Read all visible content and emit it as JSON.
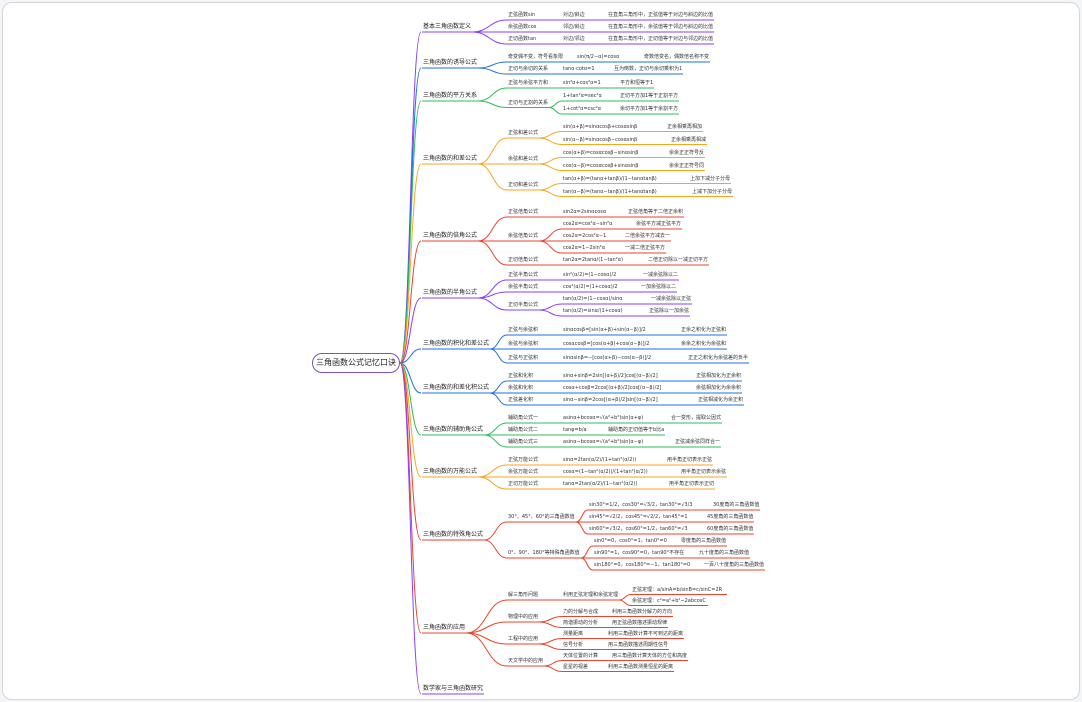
{
  "root": {
    "label": "三角函数公式记忆口诀"
  },
  "colors": {
    "purple": "#8a3ffc",
    "blue": "#1f6fe0",
    "green": "#2ebd59",
    "orange": "#f5a623",
    "red": "#e8452c",
    "teal": "#1fb9a8",
    "root_border": "#7b4fd6"
  },
  "branches": [
    {
      "label": "基本三角函数定义",
      "children": [
        {
          "label": "正弦函数sin",
          "children": [
            {
              "label": "对边/斜边",
              "children": [
                {
                  "label": "在直角三角形中，正弦值等于对边与斜边的比值"
                }
              ]
            }
          ]
        },
        {
          "label": "余弦函数cos",
          "children": [
            {
              "label": "邻边/斜边",
              "children": [
                {
                  "label": "在直角三角形中，余弦值等于邻边与斜边的比值"
                }
              ]
            }
          ]
        },
        {
          "label": "正切函数tan",
          "children": [
            {
              "label": "对边/邻边",
              "children": [
                {
                  "label": "在直角三角形中，正切值等于对边与邻边的比值"
                }
              ]
            }
          ]
        }
      ]
    },
    {
      "label": "三角函数的诱导公式",
      "children": [
        {
          "label": "奇变偶不变，符号看象限",
          "children": [
            {
              "label": "sin(π/2−α)=cosα",
              "children": [
                {
                  "label": "奇数倍变名，偶数倍名称不变"
                }
              ]
            }
          ]
        },
        {
          "label": "正切与余切的关系",
          "children": [
            {
              "label": "tanα·cotα=1",
              "children": [
                {
                  "label": "互为倒数，正切与余切乘积为1"
                }
              ]
            }
          ]
        }
      ]
    },
    {
      "label": "三角函数的平方关系",
      "children": [
        {
          "label": "正弦与余弦平方和",
          "children": [
            {
              "label": "sin²α+cos²α=1",
              "children": [
                {
                  "label": "平方和恒等于1"
                }
              ]
            }
          ]
        },
        {
          "label": "正切与正割的关系",
          "children": [
            {
              "label": "1+tan²α=sec²α",
              "children": [
                {
                  "label": "正切平方加1等于正割平方"
                }
              ]
            },
            {
              "label": "1+cot²α=csc²α",
              "children": [
                {
                  "label": "余切平方加1等于余割平方"
                }
              ]
            }
          ]
        }
      ]
    },
    {
      "label": "三角函数的和差公式",
      "children": [
        {
          "label": "正弦和差公式",
          "children": [
            {
              "label": "sin(α+β)=sinαcosβ+cosαsinβ",
              "children": [
                {
                  "label": "正余相乘再相加"
                }
              ]
            },
            {
              "label": "sin(α−β)=sinαcosβ−cosαsinβ",
              "children": [
                {
                  "label": "正余相乘再相减"
                }
              ]
            }
          ]
        },
        {
          "label": "余弦和差公式",
          "children": [
            {
              "label": "cos(α+β)=cosαcosβ−sinαsinβ",
              "children": [
                {
                  "label": "余余正正符号反"
                }
              ]
            },
            {
              "label": "cos(α−β)=cosαcosβ+sinαsinβ",
              "children": [
                {
                  "label": "余余正正符号同"
                }
              ]
            }
          ]
        },
        {
          "label": "正切和差公式",
          "children": [
            {
              "label": "tan(α+β)=(tanα+tanβ)/(1−tanαtanβ)",
              "children": [
                {
                  "label": "上加下减分子分母"
                }
              ]
            },
            {
              "label": "tan(α−β)=(tanα−tanβ)/(1+tanαtanβ)",
              "children": [
                {
                  "label": "上减下加分子分母"
                }
              ]
            }
          ]
        }
      ]
    },
    {
      "label": "三角函数的倍角公式",
      "children": [
        {
          "label": "正弦倍角公式",
          "children": [
            {
              "label": "sin2α=2sinαcosα",
              "children": [
                {
                  "label": "正弦倍角等于二倍正余积"
                }
              ]
            }
          ]
        },
        {
          "label": "余弦倍角公式",
          "children": [
            {
              "label": "cos2α=cos²α−sin²α",
              "children": [
                {
                  "label": "余弦平方减正弦平方"
                }
              ]
            },
            {
              "label": "cos2α=2cos²α−1",
              "children": [
                {
                  "label": "二倍余弦平方减去一"
                }
              ]
            },
            {
              "label": "cos2α=1−2sin²α",
              "children": [
                {
                  "label": "一减二倍正弦平方"
                }
              ]
            }
          ]
        },
        {
          "label": "正切倍角公式",
          "children": [
            {
              "label": "tan2α=2tanα/(1−tan²α)",
              "children": [
                {
                  "label": "二倍正切除以一减正切平方"
                }
              ]
            }
          ]
        }
      ]
    },
    {
      "label": "三角函数的半角公式",
      "children": [
        {
          "label": "正弦半角公式",
          "children": [
            {
              "label": "sin²(α/2)=(1−cosα)/2",
              "children": [
                {
                  "label": "一减余弦除以二"
                }
              ]
            }
          ]
        },
        {
          "label": "余弦半角公式",
          "children": [
            {
              "label": "cos²(α/2)=(1+cosα)/2",
              "children": [
                {
                  "label": "一加余弦除以二"
                }
              ]
            }
          ]
        },
        {
          "label": "正切半角公式",
          "children": [
            {
              "label": "tan(α/2)=(1−cosα)/sinα",
              "children": [
                {
                  "label": "一减余弦除以正弦"
                }
              ]
            },
            {
              "label": "tan(α/2)=sinα/(1+cosα)",
              "children": [
                {
                  "label": "正弦除以一加余弦"
                }
              ]
            }
          ]
        }
      ]
    },
    {
      "label": "三角函数的积化和差公式",
      "children": [
        {
          "label": "正弦与余弦积",
          "children": [
            {
              "label": "sinαcosβ=[sin(α+β)+sin(α−β)]/2",
              "children": [
                {
                  "label": "正余之积化为正弦和"
                }
              ]
            }
          ]
        },
        {
          "label": "余弦与余弦积",
          "children": [
            {
              "label": "cosαcosβ=[cos(α+β)+cos(α−β)]/2",
              "children": [
                {
                  "label": "余余之积化为余弦和"
                }
              ]
            }
          ]
        },
        {
          "label": "正弦与正弦积",
          "children": [
            {
              "label": "sinαsinβ=−[cos(α+β)−cos(α−β)]/2",
              "children": [
                {
                  "label": "正正之积化为余弦差的负半"
                }
              ]
            }
          ]
        }
      ]
    },
    {
      "label": "三角函数的和差化积公式",
      "children": [
        {
          "label": "正弦和化积",
          "children": [
            {
              "label": "sinα+sinβ=2sin[(α+β)/2]cos[(α−β)/2]",
              "children": [
                {
                  "label": "正弦相加化为正余积"
                }
              ]
            }
          ]
        },
        {
          "label": "余弦和化积",
          "children": [
            {
              "label": "cosα+cosβ=2cos[(α+β)/2]cos[(α−β)/2]",
              "children": [
                {
                  "label": "余弦相加化为余余积"
                }
              ]
            }
          ]
        },
        {
          "label": "正弦差化积",
          "children": [
            {
              "label": "sinα−sinβ=2cos[(α+β)/2]sin[(α−β)/2]",
              "children": [
                {
                  "label": "正弦相减化为余正积"
                }
              ]
            }
          ]
        }
      ]
    },
    {
      "label": "三角函数的辅助角公式",
      "children": [
        {
          "label": "辅助角公式一",
          "children": [
            {
              "label": "asinα+bcosα=√(a²+b²)sin(α+φ)",
              "children": [
                {
                  "label": "合一变形，提取公因式"
                }
              ]
            }
          ]
        },
        {
          "label": "辅助角公式二",
          "children": [
            {
              "label": "tanφ=b/a",
              "children": [
                {
                  "label": "辅助角的正切值等于b比a"
                }
              ]
            }
          ]
        },
        {
          "label": "辅助角公式三",
          "children": [
            {
              "label": "asinα−bcosα=√(a²+b²)sin(α−φ)",
              "children": [
                {
                  "label": "正弦减余弦同样合一"
                }
              ]
            }
          ]
        }
      ]
    },
    {
      "label": "三角函数的万能公式",
      "children": [
        {
          "label": "正弦万能公式",
          "children": [
            {
              "label": "sinα=2tan(α/2)/(1+tan²(α/2))",
              "children": [
                {
                  "label": "用半角正切表示正弦"
                }
              ]
            }
          ]
        },
        {
          "label": "余弦万能公式",
          "children": [
            {
              "label": "cosα=(1−tan²(α/2))/(1+tan²(α/2))",
              "children": [
                {
                  "label": "用半角正切表示余弦"
                }
              ]
            }
          ]
        },
        {
          "label": "正切万能公式",
          "children": [
            {
              "label": "tanα=2tan(α/2)/(1−tan²(α/2))",
              "children": [
                {
                  "label": "用半角正切表示正切"
                }
              ]
            }
          ]
        }
      ]
    },
    {
      "label": "三角函数的特殊角公式",
      "children": [
        {
          "label": "30°、45°、60°的三角函数值",
          "children": [
            {
              "label": "sin30°=1/2，cos30°=√3/2，tan30°=√3/3",
              "children": [
                {
                  "label": "30度角的三角函数值"
                }
              ]
            },
            {
              "label": "sin45°=√2/2，cos45°=√2/2，tan45°=1",
              "children": [
                {
                  "label": "45度角的三角函数值"
                }
              ]
            },
            {
              "label": "sin60°=√3/2，cos60°=1/2，tan60°=√3",
              "children": [
                {
                  "label": "60度角的三角函数值"
                }
              ]
            }
          ]
        },
        {
          "label": "0°、90°、180°等特殊角函数值",
          "children": [
            {
              "label": "sin0°=0，cos0°=1，tan0°=0",
              "children": [
                {
                  "label": "零度角的三角函数值"
                }
              ]
            },
            {
              "label": "sin90°=1，cos90°=0，tan90°不存在",
              "children": [
                {
                  "label": "九十度角的三角函数值"
                }
              ]
            },
            {
              "label": "sin180°=0，cos180°=−1，tan180°=0",
              "children": [
                {
                  "label": "一百八十度角的三角函数值"
                }
              ]
            }
          ]
        }
      ]
    },
    {
      "label": "三角函数的应用",
      "children": [
        {
          "label": "解三角形问题",
          "children": [
            {
              "label": "利用正弦定理和余弦定理",
              "children": [
                {
                  "label": "正弦定理：a/sinA=b/sinB=c/sinC=2R"
                },
                {
                  "label": "余弦定理：c²=a²+b²−2abcosC"
                }
              ]
            }
          ]
        },
        {
          "label": "物理中的应用",
          "children": [
            {
              "label": "力的分解与合成",
              "children": [
                {
                  "label": "利用三角函数分解力的方向"
                }
              ]
            },
            {
              "label": "简谐振动的分析",
              "children": [
                {
                  "label": "用正弦函数描述振动规律"
                }
              ]
            }
          ]
        },
        {
          "label": "工程中的应用",
          "children": [
            {
              "label": "测量距离",
              "children": [
                {
                  "label": "利用三角函数计算不可到达的距离"
                }
              ]
            },
            {
              "label": "信号分析",
              "children": [
                {
                  "label": "用三角函数描述周期性信号"
                }
              ]
            }
          ]
        },
        {
          "label": "天文学中的应用",
          "children": [
            {
              "label": "天体位置的计算",
              "children": [
                {
                  "label": "用三角函数计算天体的方位和高度"
                }
              ]
            },
            {
              "label": "星星的视差",
              "children": [
                {
                  "label": "利用三角函数测量恒星的距离"
                }
              ]
            }
          ]
        }
      ]
    },
    {
      "label": "数学家与三角函数研究",
      "children": []
    }
  ]
}
